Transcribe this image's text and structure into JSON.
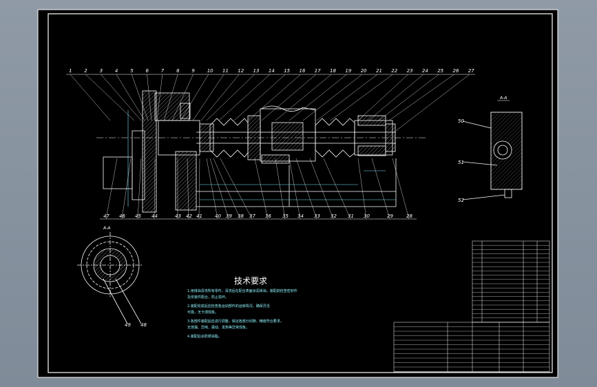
{
  "drawing": {
    "callouts_top": [
      "1",
      "2",
      "3",
      "4",
      "5",
      "6",
      "7",
      "8",
      "9",
      "10",
      "11",
      "12",
      "13",
      "14",
      "15",
      "16",
      "17",
      "18",
      "19",
      "20",
      "21",
      "22",
      "23",
      "24",
      "25",
      "26",
      "27"
    ],
    "callouts_bottom": [
      "47",
      "46",
      "45",
      "44",
      "43",
      "42",
      "41",
      "40",
      "39",
      "38",
      "37",
      "36",
      "35",
      "34",
      "33",
      "32",
      "31",
      "30",
      "29",
      "28"
    ],
    "callouts_side": [
      "50",
      "51",
      "52"
    ],
    "callouts_section": [
      "49",
      "48"
    ],
    "section_aa_label": "A-A",
    "section_view_label": "A-A",
    "tech_title": "技术要求",
    "notes": [
      "1.用煤油清洗所有零件，清洗后在配合表面涂润滑油，装配前检查密封件",
      "及安装件配合，防止损坏。",
      "2.装配完成后应检查各运动部件的运转情况，确保灵活",
      "可靠，无卡滞现象。",
      "3.各部件装配后应进行调整，保证各部分间隙、精度符合要求，",
      "无泄漏、异响、振动、发热等异常现象。",
      "4.装配后涂防锈油脂。"
    ]
  },
  "colors": {
    "sheet": "#000000",
    "outline": "#ffffff",
    "dimension": "#7fe9ff",
    "hatch": "#d0d0d0"
  }
}
